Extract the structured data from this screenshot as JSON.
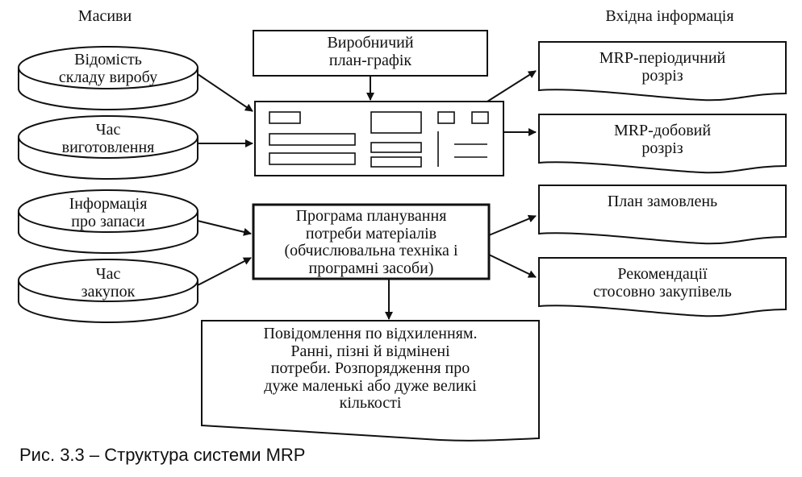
{
  "headers": {
    "arrays": "Масиви",
    "input_info": "Вхідна інформація"
  },
  "arrays": [
    {
      "line1": "Відомість",
      "line2": "складу виробу"
    },
    {
      "line1": "Час",
      "line2": "виготовлення"
    },
    {
      "line1": "Інформація",
      "line2": "про запаси"
    },
    {
      "line1": "Час",
      "line2": "закупок"
    }
  ],
  "schedule": {
    "line1": "Виробничий",
    "line2": "план-графік"
  },
  "program": {
    "line1": "Програма планування",
    "line2": "потреби матеріалів",
    "line3": "(обчислювальна техніка і",
    "line4": "програмні засоби)"
  },
  "outputs": [
    {
      "line1": "MRP-періодичний",
      "line2": "розріз"
    },
    {
      "line1": "MRP-добовий",
      "line2": "розріз"
    },
    {
      "line1": "План замовлень",
      "line2": ""
    },
    {
      "line1": "Рекомендації",
      "line2": "стосовно закупівель"
    }
  ],
  "exceptions": {
    "line1": "Повідомлення по відхиленням.",
    "line2": "Ранні, пізні й відмінені",
    "line3": "потреби. Розпорядження про",
    "line4": "дуже маленькі або дуже великі",
    "line5": "кількості"
  },
  "caption": "Рис. 3.3 – Структура системи MRP"
}
